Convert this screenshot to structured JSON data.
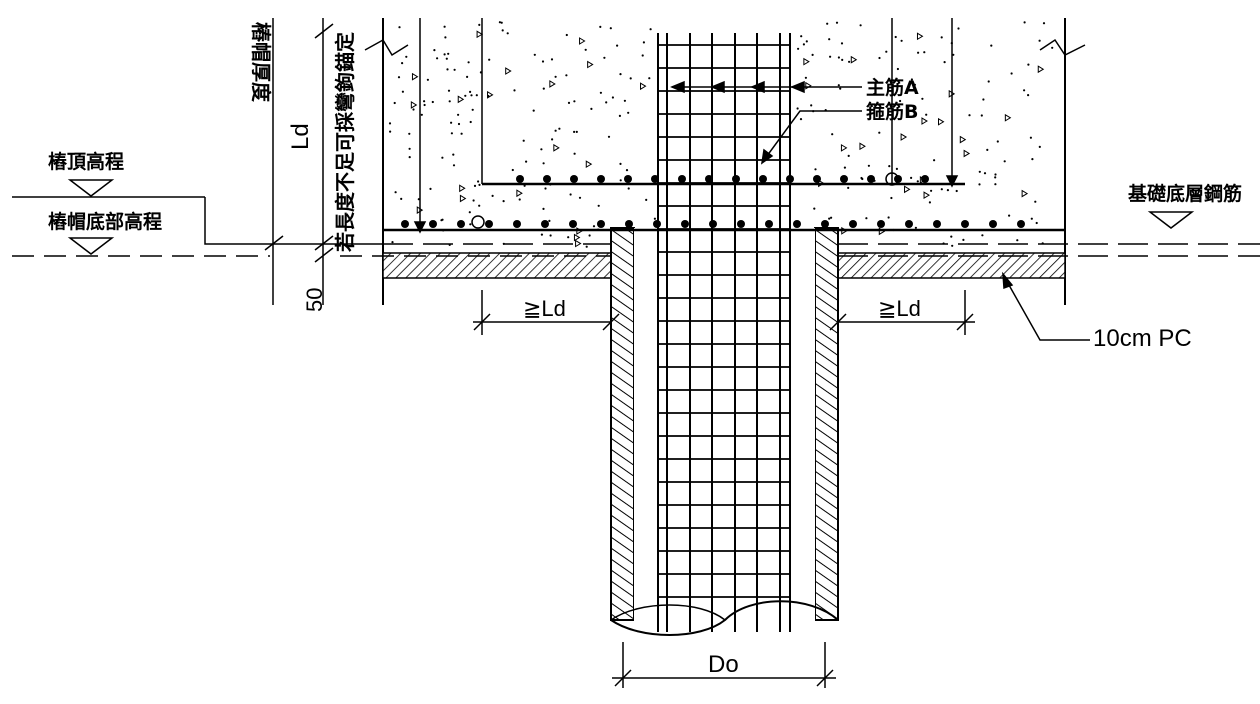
{
  "labels": {
    "pile_top_elev": "樁頂高程",
    "cap_bottom_elev": "樁帽底部高程",
    "cap_thickness": "樁帽厚度",
    "ld": "Ld",
    "anchorage_note": "若長度不足可採彎鉤錨定",
    "dim_50": "50",
    "main_bar": "主筋A",
    "stirrup": "箍筋B",
    "foundation_bottom_rebar": "基礎底層鋼筋",
    "ld_left": "≧Ld",
    "ld_right": "≧Ld",
    "pc_layer": "10cm  PC",
    "pile_diameter": "Do"
  },
  "colors": {
    "line": "#000000",
    "background": "#ffffff"
  }
}
